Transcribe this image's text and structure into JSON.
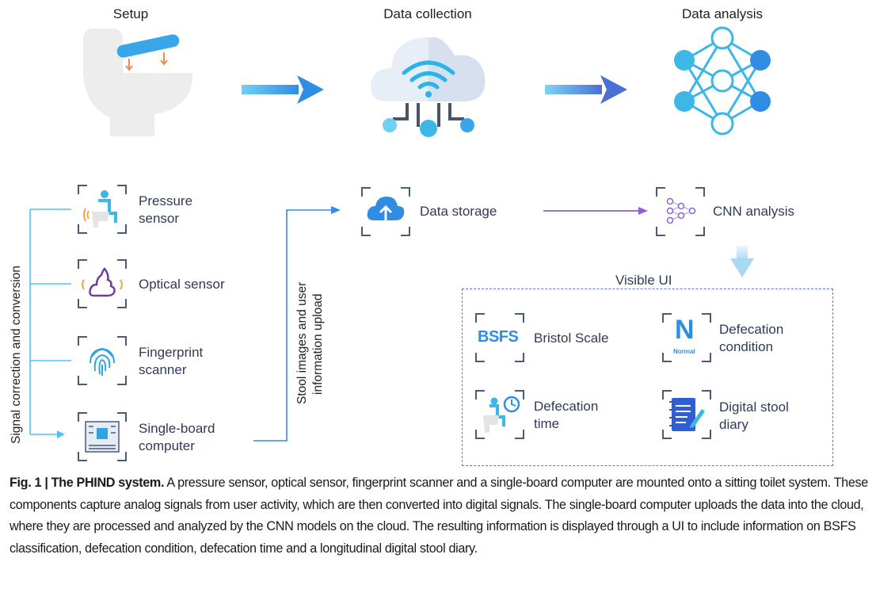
{
  "stages": {
    "setup": "Setup",
    "collection": "Data collection",
    "analysis": "Data analysis"
  },
  "sensors": {
    "pressure": "Pressure\nsensor",
    "optical": "Optical sensor",
    "fingerprint": "Fingerprint\nscanner",
    "sbc": "Single-board\ncomputer"
  },
  "side_labels": {
    "signal": "Signal correction and conversion",
    "upload_line1": "Stool images and user",
    "upload_line2": "information upload"
  },
  "cloud": {
    "storage": "Data storage",
    "cnn": "CNN analysis"
  },
  "ui": {
    "title": "Visible UI",
    "bsfs_badge": "BSFS",
    "bristol": "Bristol Scale",
    "n_badge": "N",
    "normal_badge": "Normal",
    "condition": "Defecation\ncondition",
    "time": "Defecation\ntime",
    "diary": "Digital stool\ndiary"
  },
  "caption": {
    "fig": "Fig. 1 | The PHIND system.",
    "text": " A pressure sensor, optical sensor, fingerprint scanner and a single-board computer are mounted onto a sitting toilet system. These components capture analog signals from user activity, which are then converted into digital signals. The single-board computer uploads the data into the cloud, where they are processed and analyzed by the CNN models on the cloud. The resulting information is displayed through a UI to include information on BSFS classification, defecation condition, defecation time and a longitudinal digital stool diary."
  },
  "colors": {
    "accent_blue": "#2f8de4",
    "light_blue": "#4fc3f7",
    "purple": "#8a63d2",
    "cyan_nodes": "#3db7e6",
    "dark_slate": "#2f3a56"
  }
}
